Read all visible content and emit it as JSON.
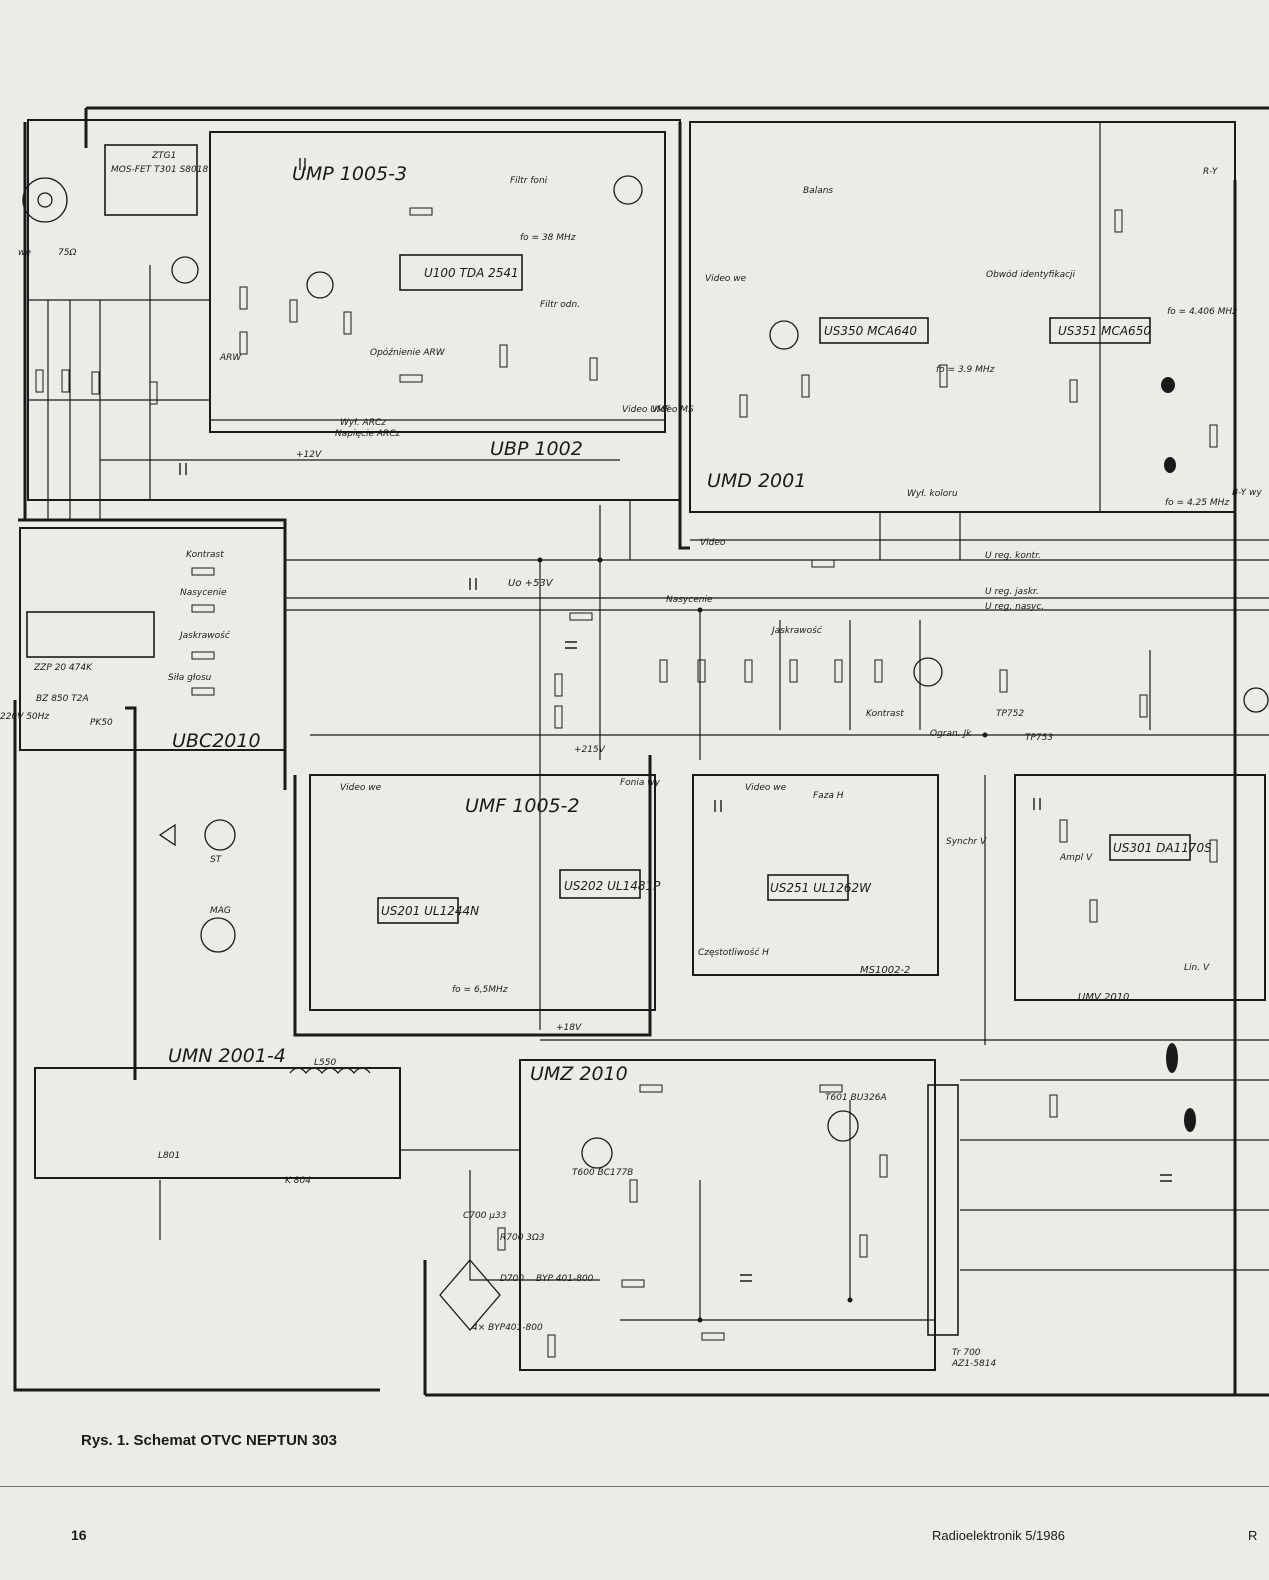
{
  "caption": "Rys. 1. Schemat OTVC NEPTUN 303",
  "footer": {
    "page_number": "16",
    "magazine": "Radioelektronik 5/1986",
    "edge_letter": "R"
  },
  "modules": {
    "ump": "UMP 1005-3",
    "ubp": "UBP 1002",
    "umd": "UMD 2001",
    "ubc": "UBC2010",
    "umf": "UMF 1005-2",
    "ms": "MS1002-2",
    "umv": "UMV 2010",
    "umn": "UMN 2001-4",
    "umz": "UMZ 2010"
  },
  "ics": {
    "u100": "U100 TDA 2541",
    "us350": "US350 MCA640",
    "us351": "US351 MCA650",
    "us201": "US201 UL1244N",
    "us202": "US202 UL1481P",
    "us251": "US251 UL1262W",
    "us301": "US301 DA1170S",
    "ztg": "ZTG1",
    "ztg_sub": "MOS-FET T301 S8018",
    "zzp": "ZZP 20 474K",
    "tr": "Tr 700",
    "tr_sub": "AZ1-5814"
  },
  "labels": {
    "video_we": "Video we",
    "video_umf": "Video UMF",
    "video_ms": "Video MS",
    "video": "Video",
    "wyl_arcz": "Wył. ARCz",
    "napiecie_arcz": "Napięcie ARCz",
    "arw": "ARW",
    "filtr_odn": "Filtr odn.",
    "filtr_foni": "Filtr foni",
    "opoznienie_arw": "Opóźnienie ARW",
    "balans": "Balans",
    "obwod_identyfikacji": "Obwód identyfikacji",
    "wyl_koloru": "Wył. koloru",
    "u_reg_kontr": "U reg. kontr.",
    "u_reg_jaskr": "U reg. jaskr.",
    "u_reg_nasyc": "U reg. nasyc.",
    "kontrast": "Kontrast",
    "nasycenie": "Nasycenie",
    "jaskrawosc": "Jaskrawość",
    "sila_glosu": "Siła głosu",
    "ograniczenie": "Ogran. Jk",
    "faza_h": "Faza H",
    "czestotliwosc_h": "Częstotliwość H",
    "synchr_v": "Synchr V",
    "ampl_v": "Ampl V",
    "lin_v": "Lin. V",
    "fonia_wy": "Fonia wy",
    "fo_39": "fo = 38 MHz",
    "fo_65": "fo = 6,5MHz",
    "fo_39_9": "fo = 3.9 MHz",
    "fo_4406": "fo = 4.406 MHz",
    "fo_425": "fo = 4.25 MHz",
    "v53": "Uo +53V",
    "v215": "+215V",
    "v18": "+18V",
    "v12": "+12V",
    "mains": "220V 50Hz",
    "fuse": "BZ 850 T2A",
    "pk50": "PK50",
    "st": "ST",
    "mag": "MAG",
    "ohm75": "75Ω",
    "we": "we",
    "r_y": "R-Y",
    "b_y": "B-Y wy",
    "l550": "L550",
    "l801": "L801",
    "k804": "K 804",
    "c700": "C700 µ33",
    "r700": "R700 3Ω3",
    "d700": "D700",
    "byp401": "BYP 401-800",
    "bridge": "4× BYP401-800",
    "tp753": "TP753",
    "tp752": "TP752",
    "bu326a": "T601 BU326A",
    "bc177b": "T600 BC177B"
  },
  "colors": {
    "paper": "#ecebe6",
    "ink": "#1a1a1a"
  }
}
